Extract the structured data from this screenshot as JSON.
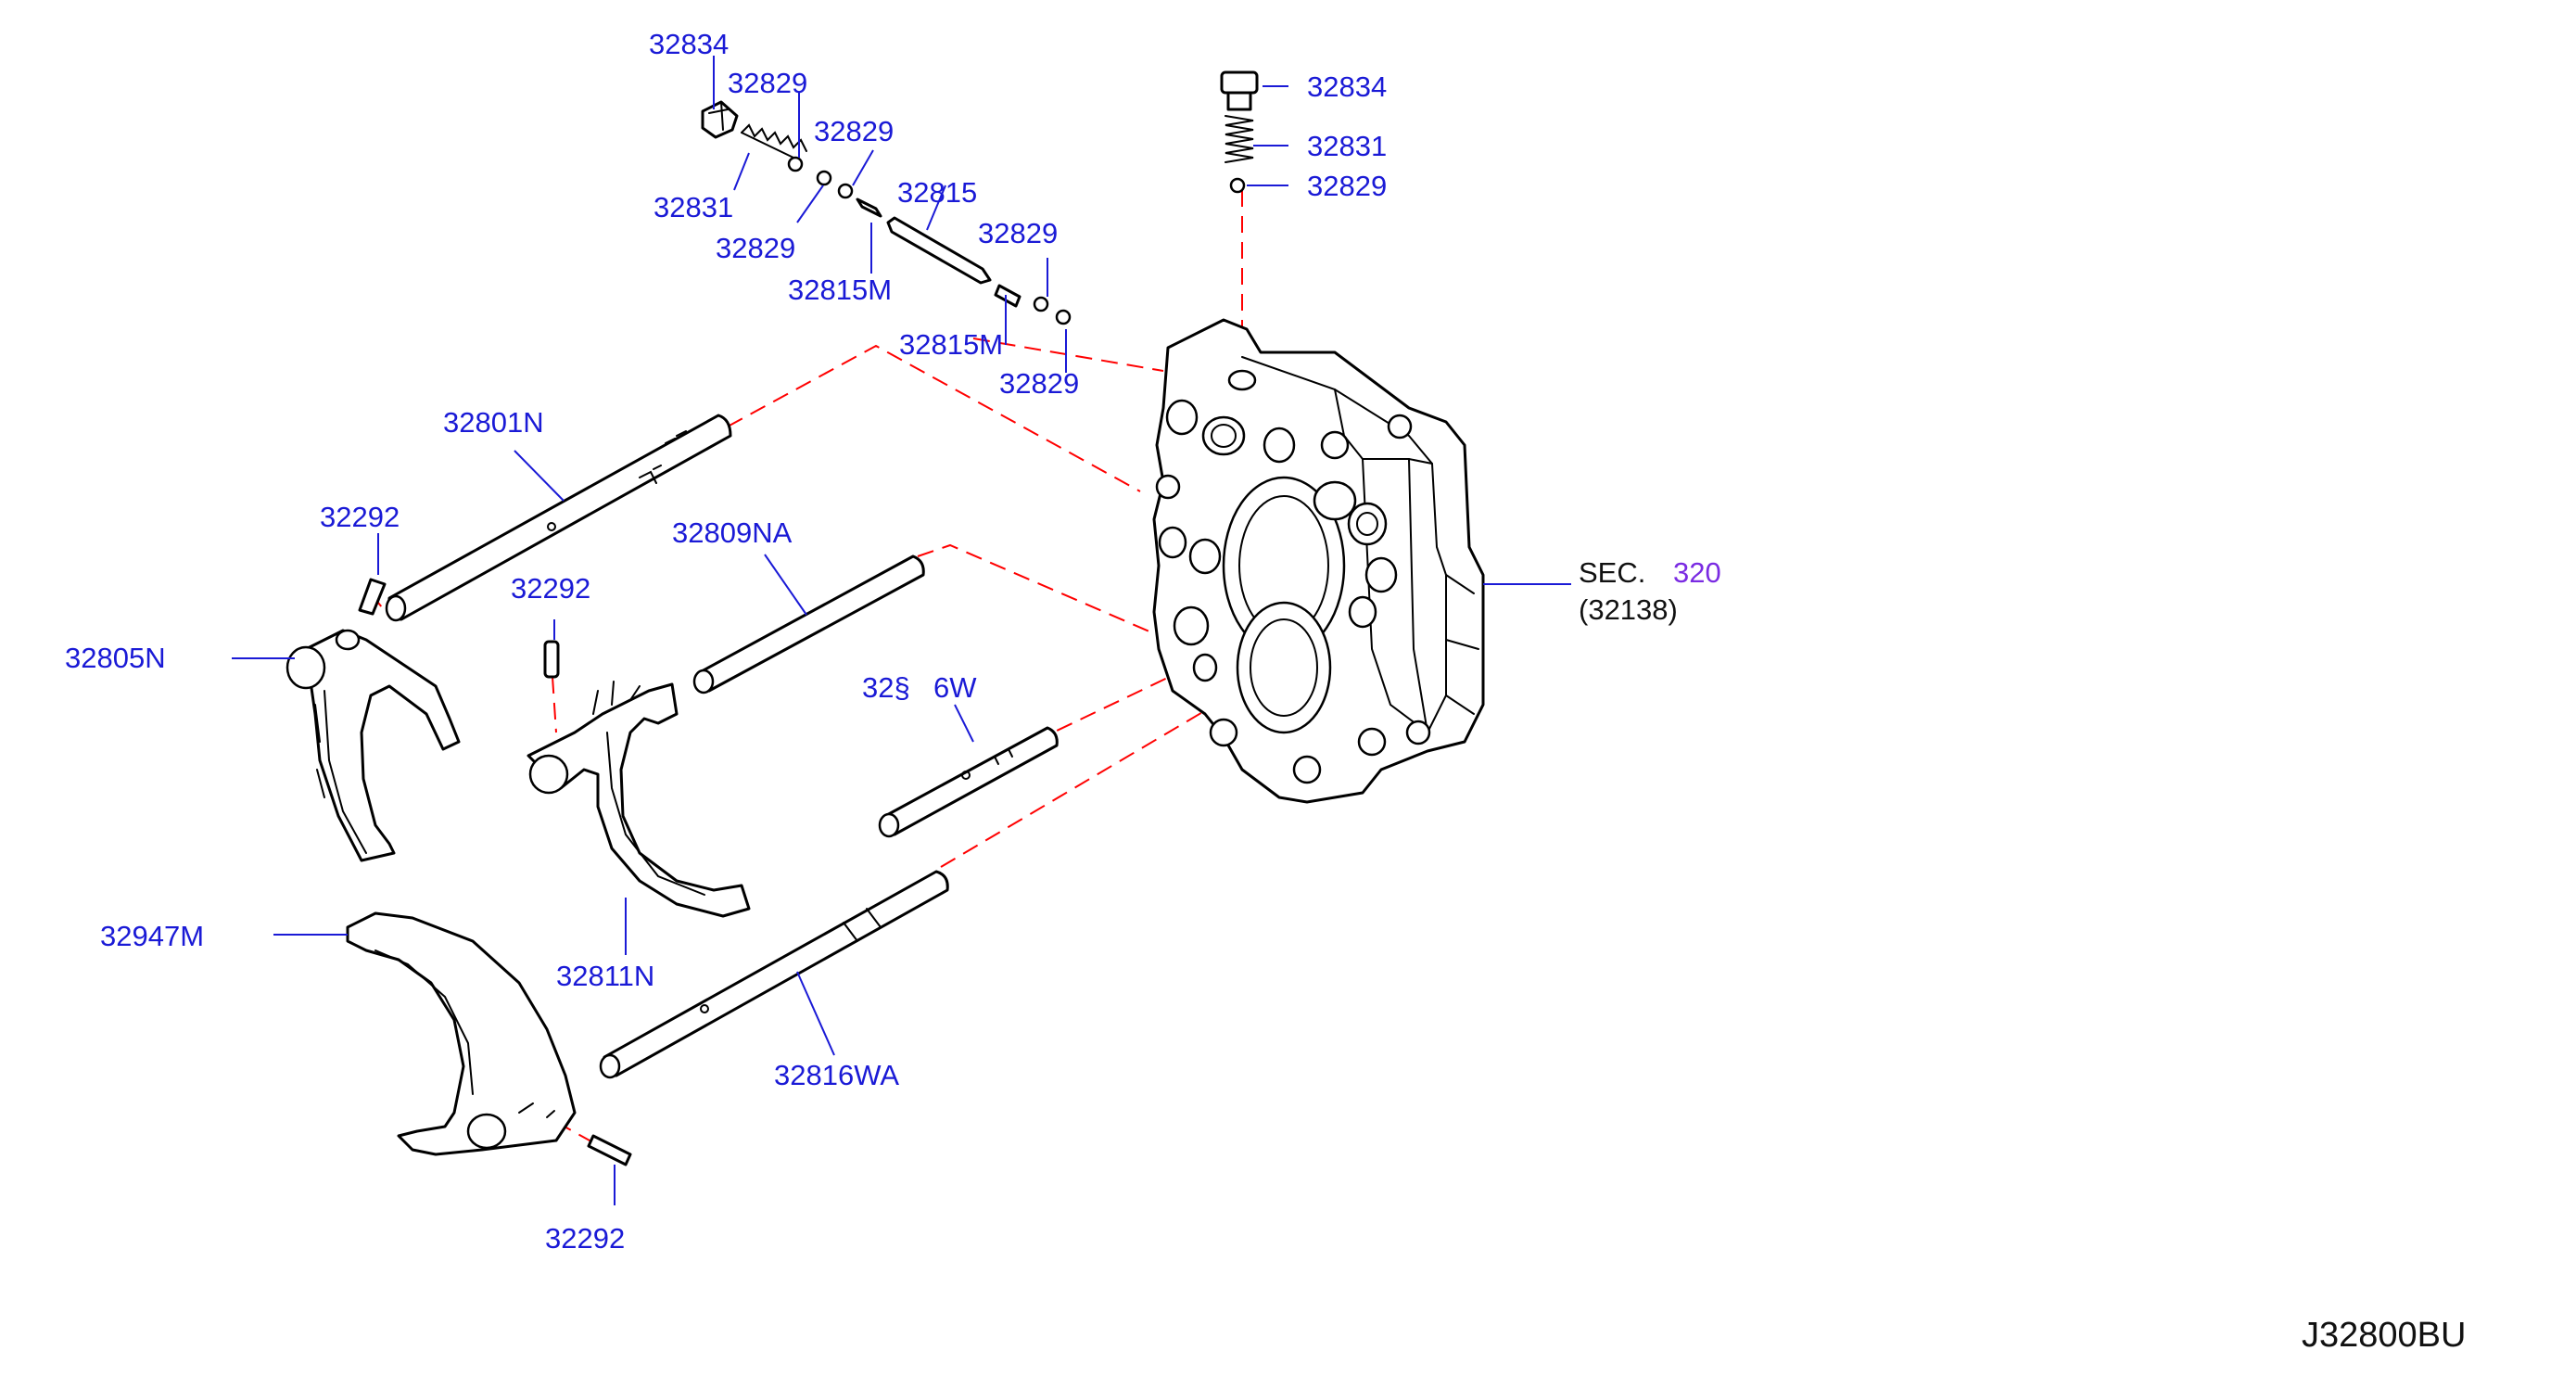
{
  "diagram_code": "J32800BU",
  "parts": {
    "p32834_left": "32834",
    "p32829_a": "32829",
    "p32829_b": "32829",
    "p32831_left": "32831",
    "p32829_c": "32829",
    "p32815": "32815",
    "p32815M_a": "32815M",
    "p32829_d": "32829",
    "p32815M_b": "32815M",
    "p32829_e": "32829",
    "p32834_right": "32834",
    "p32831_right": "32831",
    "p32829_right": "32829",
    "p32801N": "32801N",
    "p32292_a": "32292",
    "p32805N": "32805N",
    "p32292_b": "32292",
    "p32809NA": "32809NA",
    "p32816W_part1": "32§",
    "p32816W_part2": "6W",
    "p32947M": "32947M",
    "p32811N": "32811N",
    "p32816WA": "32816WA",
    "p32292_c": "32292"
  },
  "section_ref": {
    "prefix": "SEC.",
    "number": "320",
    "sub": "(32138)"
  },
  "colors": {
    "label": "#1a1ad6",
    "leader": "#1a1ad6",
    "dashed_line": "#ff0000",
    "section_number": "#7a2be2",
    "line_art": "#000000"
  }
}
